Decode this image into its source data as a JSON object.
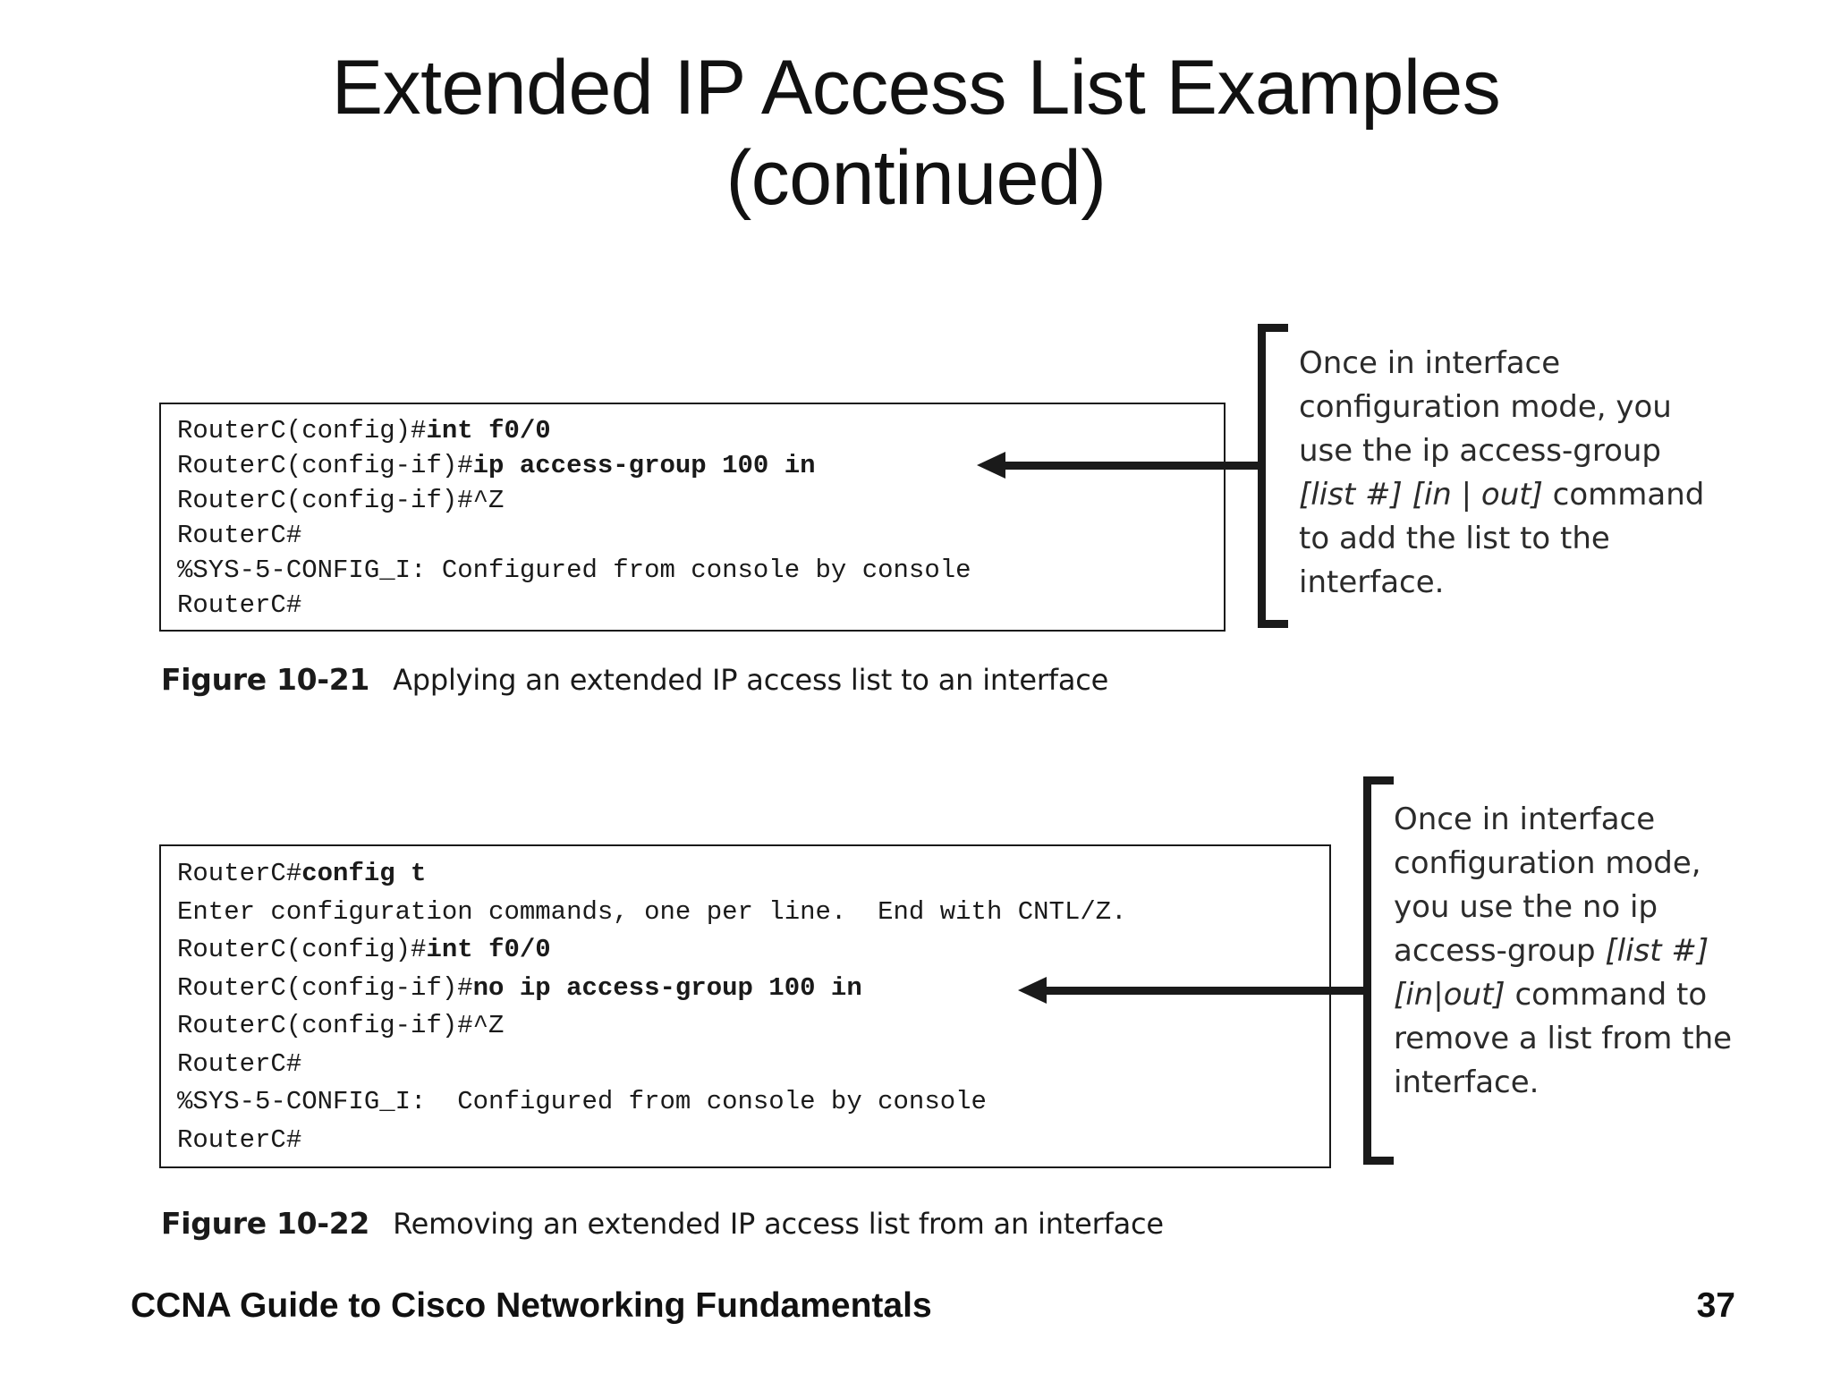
{
  "slide": {
    "title_line1": "Extended IP Access List Examples",
    "title_line2": "(continued)"
  },
  "figure1": {
    "code_lines": [
      {
        "prompt": "RouterC(config)#",
        "command": "int f0/0"
      },
      {
        "prompt": "RouterC(config-if)#",
        "command": "ip access-group 100 in"
      },
      {
        "prompt": "RouterC(config-if)#^Z",
        "command": ""
      },
      {
        "prompt": "RouterC#",
        "command": ""
      },
      {
        "prompt": "%SYS-5-CONFIG_I: Configured from console by console",
        "command": ""
      },
      {
        "prompt": "RouterC#",
        "command": ""
      }
    ],
    "callout": {
      "part1": "Once in interface configuration mode, you use the ip access-group ",
      "emphasis": "[list #] [in | out]",
      "part2": " command to add the list to the interface."
    },
    "caption_label": "Figure 10-21",
    "caption_text": "Applying an extended IP access list to an interface"
  },
  "figure2": {
    "code_lines": [
      {
        "prompt": "RouterC#",
        "command": "config t"
      },
      {
        "prompt": "Enter configuration commands, one per line.  End with CNTL/Z.",
        "command": ""
      },
      {
        "prompt": "RouterC(config)#",
        "command": "int f0/0"
      },
      {
        "prompt": "RouterC(config-if)#",
        "command": "no ip access-group 100 in"
      },
      {
        "prompt": "RouterC(config-if)#^Z",
        "command": ""
      },
      {
        "prompt": "RouterC#",
        "command": ""
      },
      {
        "prompt": "%SYS-5-CONFIG_I:  Configured from console by console",
        "command": ""
      },
      {
        "prompt": "RouterC#",
        "command": ""
      }
    ],
    "callout": {
      "part1": "Once in interface configuration mode, you use the no ip access-group ",
      "emphasis": "[list #] [in|out]",
      "part2": " command to remove a list from the interface."
    },
    "caption_label": "Figure 10-22",
    "caption_text": "Removing an extended IP access list from an interface"
  },
  "footer": {
    "book_title": "CCNA Guide to Cisco Networking Fundamentals",
    "page_number": "37"
  },
  "colors": {
    "ink": "#1a1a1a",
    "text": "#2b2b2b",
    "background": "#ffffff"
  }
}
